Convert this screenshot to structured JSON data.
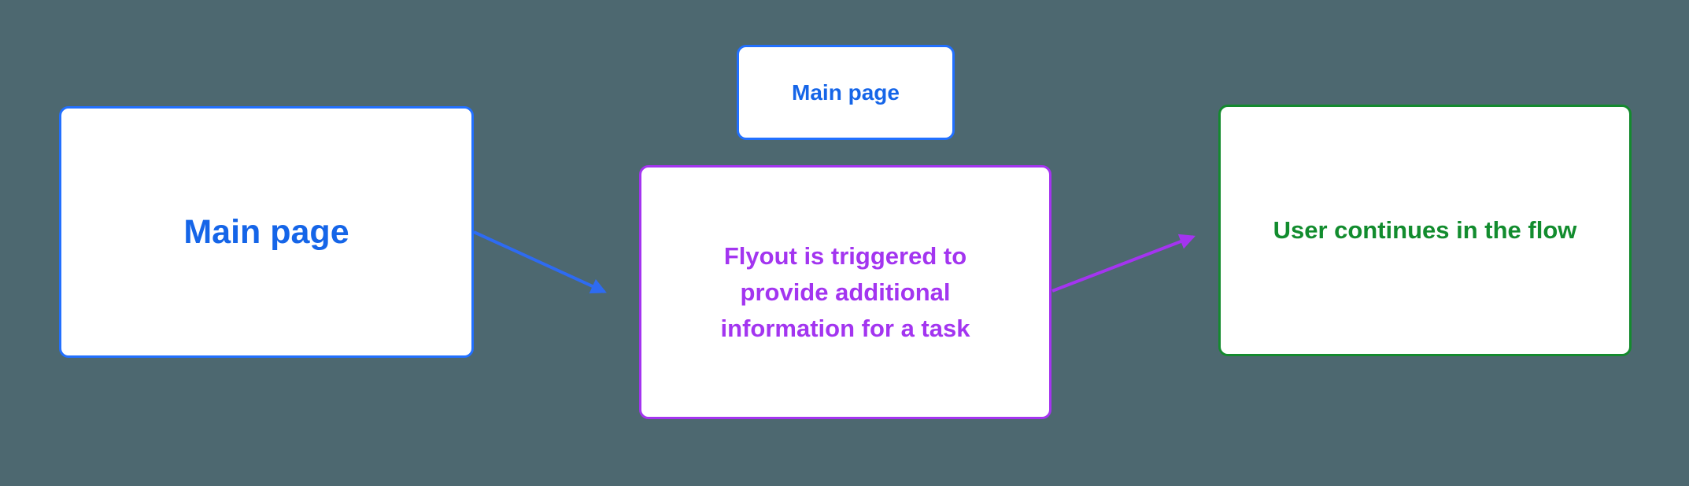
{
  "diagram": {
    "background_color": "#4d6870",
    "nodes": [
      {
        "id": "main-page-large",
        "label": "Main page",
        "text_color": "#1565e8",
        "border_color": "#2270ff",
        "fill_color": "#ffffff"
      },
      {
        "id": "main-page-small",
        "label": "Main page",
        "text_color": "#1565e8",
        "border_color": "#2270ff",
        "fill_color": "#ffffff"
      },
      {
        "id": "flyout",
        "lines": [
          "Flyout is triggered to",
          "provide additional",
          "information for a task"
        ],
        "text_color": "#a335f0",
        "border_color": "#a434f0",
        "fill_color": "#ffffff"
      },
      {
        "id": "user-continues",
        "label": "User continues in the flow",
        "text_color": "#128c2e",
        "border_color": "#148a2e",
        "fill_color": "#ffffff"
      }
    ],
    "connectors": [
      {
        "id": "main-to-flyout",
        "from": "main-page-large",
        "to": "flyout",
        "color": "#2e6bf2"
      },
      {
        "id": "flyout-to-continue",
        "from": "flyout",
        "to": "user-continues",
        "color": "#a434f0"
      }
    ]
  }
}
